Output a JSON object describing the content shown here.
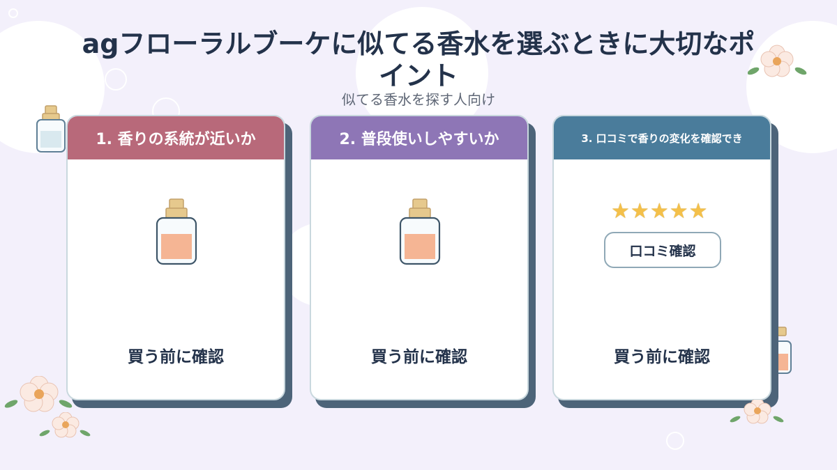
{
  "title": "agフローラルブーケに似てる香水を選ぶときに大切なポイント",
  "subtitle": "似てる香水を探す人向け",
  "cards": [
    {
      "header": "1. 香りの系統が近いか",
      "footer": "買う前に確認",
      "color": "#b8697a"
    },
    {
      "header": "2. 普段使いしやすいか",
      "footer": "買う前に確認",
      "color": "#8e76b6"
    },
    {
      "header": "3. 口コミで香りの変化を確認でき",
      "footer": "買う前に確認",
      "color": "#4a7c9b",
      "badge": "口コミ確認",
      "stars": [
        "★",
        "★",
        "★",
        "★",
        "★"
      ],
      "rating": 5
    }
  ],
  "icons": [
    "perfume-bottle-icon",
    "star-icon",
    "flower-icon"
  ]
}
